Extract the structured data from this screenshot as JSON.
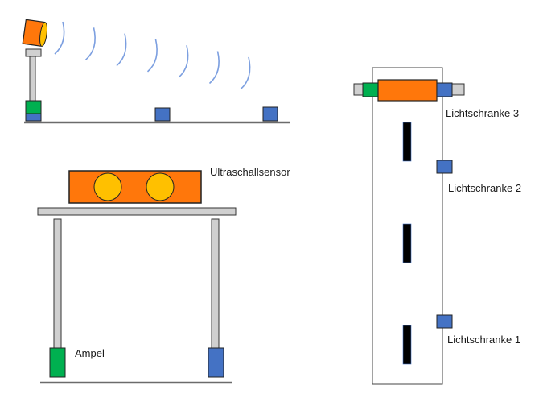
{
  "labels": {
    "ultrasonic_sensor": "Ultraschallsensor",
    "traffic_light": "Ampel",
    "light_barrier_3": "Lichtschranke 3",
    "light_barrier_2": "Lichtschranke 2",
    "light_barrier_1": "Lichtschranke 1"
  },
  "colors": {
    "sensor_orange": "#FF770B",
    "sensor_yellow": "#FFC000",
    "light_green": "#00B050",
    "barrier_blue": "#4472C4",
    "pole_gray": "#D0D0D0",
    "ground_gray": "#6B6B6B",
    "wave_blue": "#7C9FE0",
    "car_black": "#000000"
  },
  "scene": {
    "side_view_wave_count": 7,
    "top_view_vehicle_count": 3
  }
}
